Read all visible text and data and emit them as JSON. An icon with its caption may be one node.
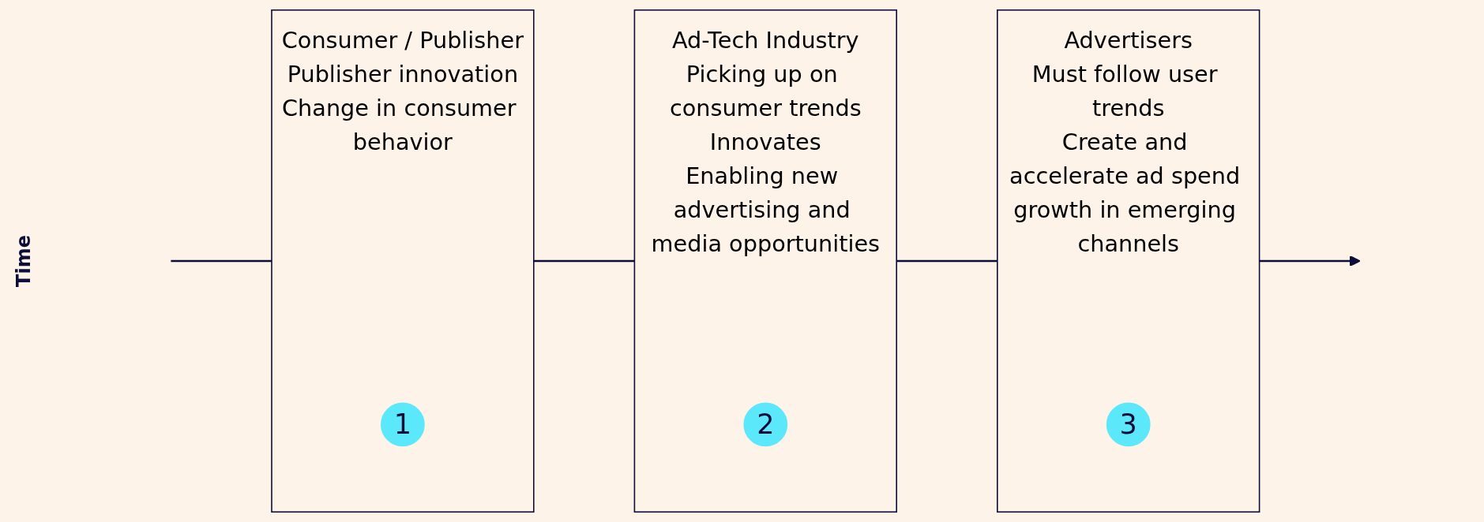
{
  "diagram": {
    "nodes": [
      {
        "text": [
          "Consumer / Publisher",
          "Publisher innovation",
          "Change in consumer behavior"
        ]
      },
      {
        "text": [
          "1"
        ],
        "in": 0
      },
      {
        "text": [
          "Ad-Tech Industry",
          "Picking up on consumer trends",
          "Innovates",
          "Enabling new advertising and media opportunities"
        ]
      },
      {
        "text": [
          "2"
        ],
        "in": 2
      },
      {
        "text": [
          "Advertisers",
          "Must follow user trends",
          "Create and accelerate ad spend growth in emerging channels"
        ]
      },
      {
        "text": [
          "3"
        ],
        "in": 4
      }
    ],
    "edges": [
      {
        "from": null,
        "to": 0,
        "arrow": "none"
      },
      {
        "from": 0,
        "to": 2,
        "arrow": "none"
      },
      {
        "from": 2,
        "to": 4,
        "arrow": "none"
      },
      {
        "from": 4,
        "to": null,
        "arrow": "to"
      }
    ],
    "labels": [
      "Time"
    ]
  }
}
